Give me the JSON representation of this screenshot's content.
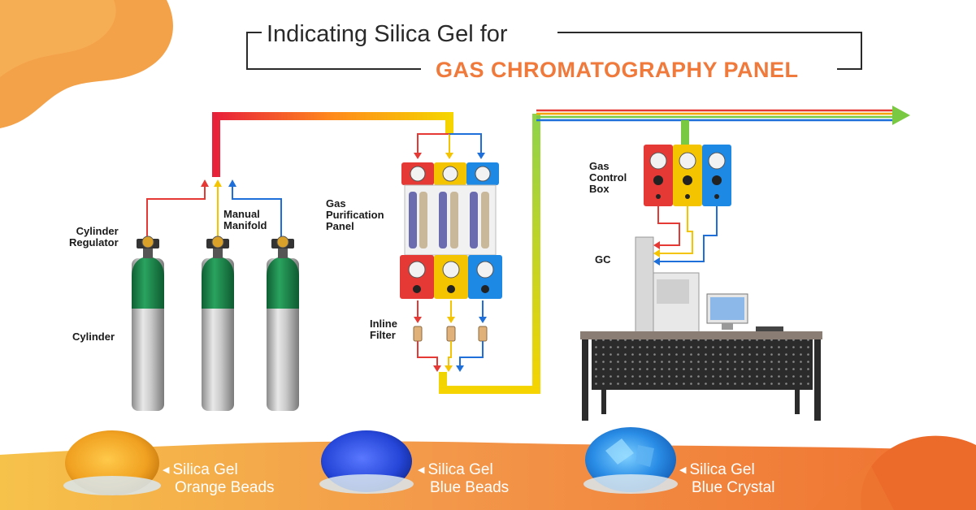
{
  "title": {
    "line1": "Indicating Silica Gel for",
    "line2": "GAS CHROMATOGRAPHY PANEL"
  },
  "labels": {
    "cylinder_regulator": [
      "Cylinder",
      "Regulator"
    ],
    "manual_manifold": [
      "Manual",
      "Manifold"
    ],
    "cylinder": "Cylinder",
    "gas_purification_panel": [
      "Gas",
      "Purification",
      "Panel"
    ],
    "inline_filter": [
      "Inline",
      "Filter"
    ],
    "gas_control_box": [
      "Gas",
      "Control",
      "Box"
    ],
    "gc": "GC"
  },
  "products": [
    {
      "line1": "Silica Gel",
      "line2": "Orange Beads"
    },
    {
      "line1": "Silica Gel",
      "line2": "Blue Beads"
    },
    {
      "line1": "Silica Gel",
      "line2": "Blue Crystal"
    }
  ],
  "colors": {
    "accent_orange": "#ef7a3c",
    "line_red": "#e53935",
    "line_yellow": "#f5c400",
    "line_blue": "#1e6fd9",
    "line_green": "#7ac943",
    "cylinder_green": "#1f8a4c",
    "panel_red": "#e53935",
    "panel_yellow": "#f5c400",
    "panel_blue": "#1e88e5"
  }
}
